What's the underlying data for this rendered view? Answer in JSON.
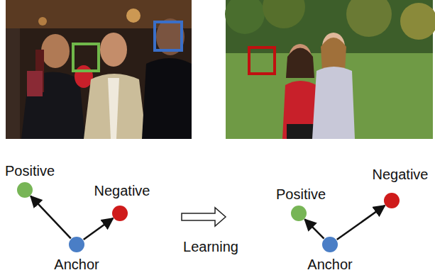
{
  "diagram": {
    "nodes": [
      {
        "text": [
          "Positive"
        ]
      },
      {
        "text": [
          "Negative"
        ]
      },
      {
        "text": [
          "Anchor"
        ]
      },
      {
        "text": [
          "Positive"
        ]
      },
      {
        "text": [
          "Negative"
        ]
      },
      {
        "text": [
          "Anchor"
        ]
      }
    ],
    "edges": [
      {
        "from": 2,
        "to": 0,
        "arrow": "to"
      },
      {
        "from": 2,
        "to": 1,
        "arrow": "to"
      },
      {
        "from": 5,
        "to": 3,
        "arrow": "to"
      },
      {
        "from": 5,
        "to": 4,
        "arrow": "to"
      }
    ],
    "labels": [
      "Learning"
    ]
  }
}
